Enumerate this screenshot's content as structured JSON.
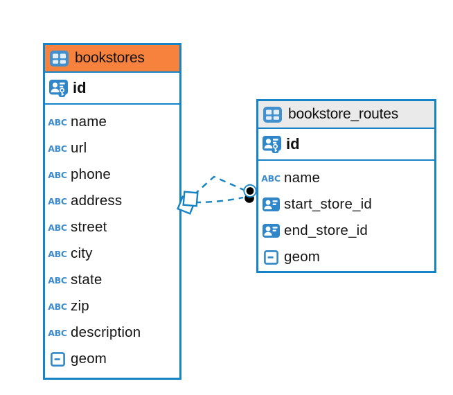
{
  "diagram": {
    "type": "entity-relationship",
    "colors": {
      "table_border": "#1583C5",
      "bookstores_header": "#F6823D",
      "routes_header": "#EAEAEA",
      "icon_blue": "#2F87C9",
      "text_type_blue": "#3E8CCB",
      "connector_blue": "#1583C5",
      "connector_dot": "#000000",
      "text": "#101010",
      "background": "#FFFFFF"
    },
    "icons": {
      "table": "table-grid-icon",
      "primary_key": "person-key-icon",
      "foreign_key": "person-card-icon",
      "text_type": "ABC",
      "geometry_type": "box-dash-icon"
    },
    "tables": [
      {
        "name": "bookstores",
        "header_style": "orange",
        "primary_key": "id",
        "fields": [
          {
            "name": "name",
            "type": "text"
          },
          {
            "name": "url",
            "type": "text"
          },
          {
            "name": "phone",
            "type": "text"
          },
          {
            "name": "address",
            "type": "text"
          },
          {
            "name": "street",
            "type": "text"
          },
          {
            "name": "city",
            "type": "text"
          },
          {
            "name": "state",
            "type": "text"
          },
          {
            "name": "zip",
            "type": "text"
          },
          {
            "name": "description",
            "type": "text"
          },
          {
            "name": "geom",
            "type": "geometry"
          }
        ]
      },
      {
        "name": "bookstore_routes",
        "header_style": "gray",
        "primary_key": "id",
        "fields": [
          {
            "name": "name",
            "type": "text"
          },
          {
            "name": "start_store_id",
            "type": "foreign_key"
          },
          {
            "name": "end_store_id",
            "type": "foreign_key"
          },
          {
            "name": "geom",
            "type": "geometry"
          }
        ]
      }
    ],
    "relationships": [
      {
        "from_table": "bookstores",
        "to_table": "bookstore_routes",
        "line_style": "dashed",
        "source_marker": "tilted-square",
        "target_marker": "filled-circle"
      },
      {
        "from_table": "bookstores",
        "to_table": "bookstore_routes",
        "line_style": "dashed",
        "source_marker": "tilted-square",
        "target_marker": "filled-circle"
      }
    ]
  }
}
